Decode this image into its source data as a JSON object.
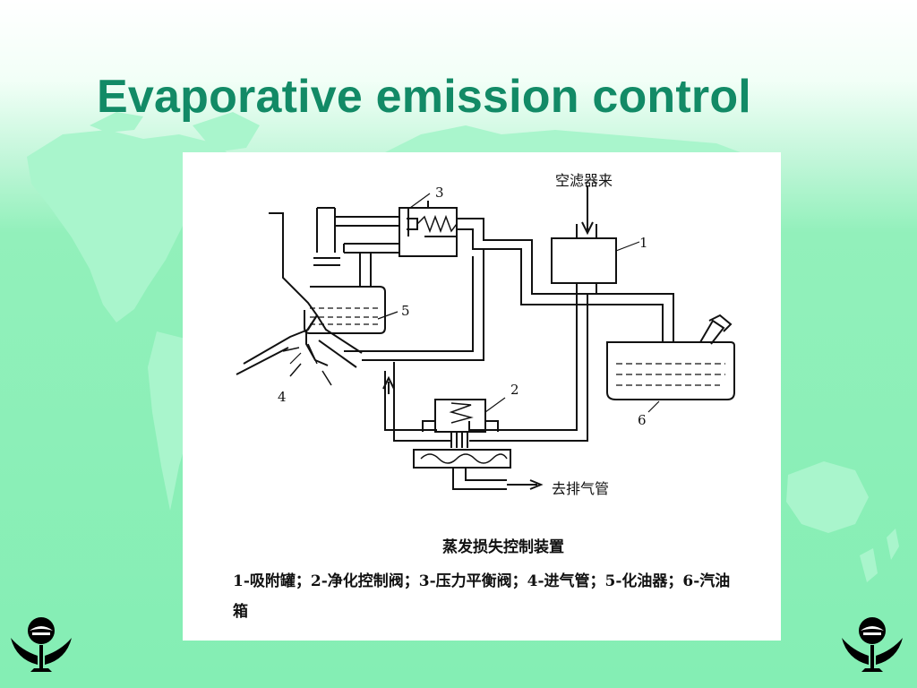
{
  "slide": {
    "title": "Evaporative emission control"
  },
  "diagram": {
    "inlet_label": "空滤器来",
    "exhaust_label": "去排气管",
    "part_numbers": [
      "1",
      "2",
      "3",
      "4",
      "5",
      "6"
    ],
    "caption_title": "蒸发损失控制装置",
    "caption_legend": "1-吸附罐；2-净化控制阀；3-压力平衡阀；4-进气管；5-化油器；6-汽油箱"
  },
  "colors": {
    "title": "#128a66",
    "background": "#84eeb4",
    "map": "#a9f5cc",
    "logo": "#000000"
  },
  "icons": [
    "world-map-background",
    "logo-icon"
  ]
}
